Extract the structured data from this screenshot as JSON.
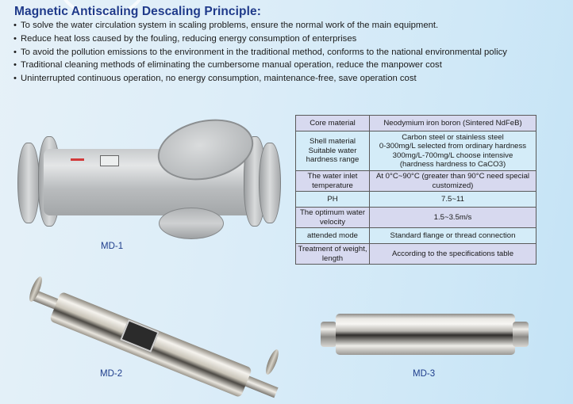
{
  "header": {
    "title": "Magnetic Antiscaling Descaling Principle:",
    "bullet_glyph": "•",
    "bullets": [
      "To solve the water circulation system in scaling problems, ensure the normal work of the main equipment.",
      "Reduce heat loss caused by the fouling, reducing energy consumption of enterprises",
      "To avoid the pollution emissions to the environment in the traditional method, conforms to the national environmental policy",
      "Traditional cleaning methods of eliminating the cumbersome manual operation, reduce the manpower cost",
      "Uninterrupted continuous operation, no energy consumption, maintenance-free, save operation cost"
    ]
  },
  "spec_table": {
    "rows": [
      {
        "key": "Core material",
        "value": "Neodymium iron boron (Sintered NdFeB)"
      },
      {
        "key": "Shell material\nSuitable water hardness range",
        "value": "Carbon steel or stainless steel\n0-300mg/L selected from ordinary hardness\n300mg/L-700mg/L choose intensive\n(hardness hardness to CaCO3)"
      },
      {
        "key": "The water inlet temperature",
        "value": "At 0°C~90°C (greater than 90°C need special customized)"
      },
      {
        "key": "PH",
        "value": "7.5~11"
      },
      {
        "key": "The optimum water velocity",
        "value": "1.5~3.5m/s"
      },
      {
        "key": "attended mode",
        "value": "Standard flange or thread connection"
      },
      {
        "key": "Treatment of weight, length",
        "value": "According to the specifications table"
      }
    ]
  },
  "products": [
    {
      "model": "MD-1"
    },
    {
      "model": "MD-2"
    },
    {
      "model": "MD-3"
    }
  ],
  "colors": {
    "heading": "#1f3a8a",
    "model_label": "#1e3d8c",
    "table_row_lavender": "#d7d9ef",
    "table_row_blue": "#d4ecf8",
    "background": "#dcedf8"
  }
}
